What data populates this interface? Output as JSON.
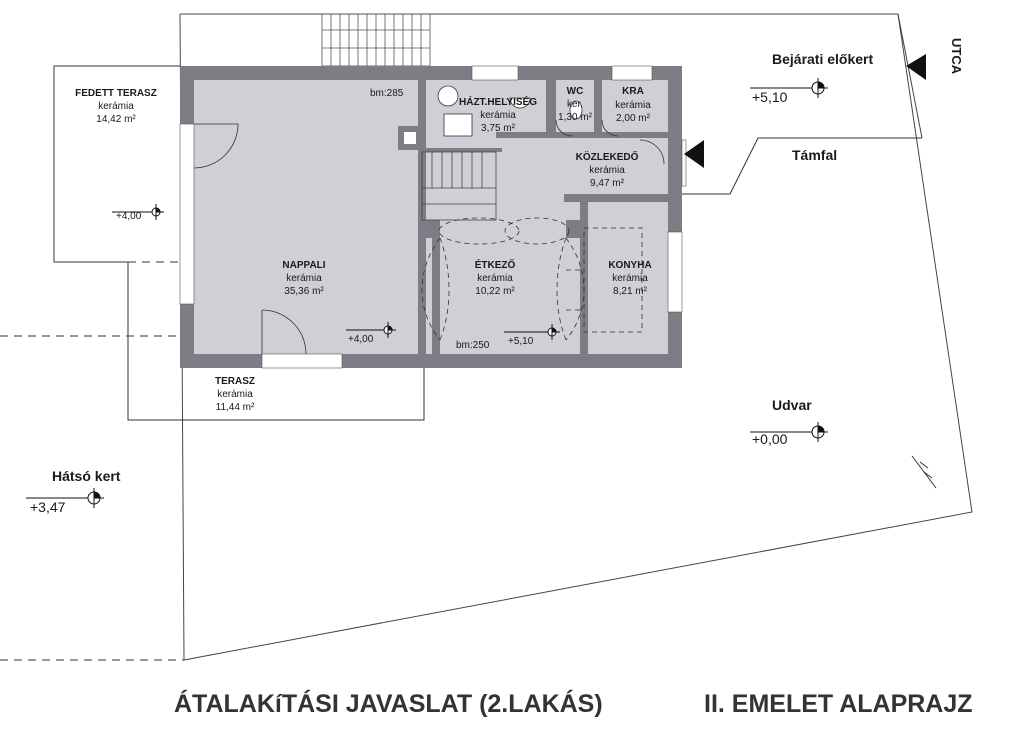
{
  "rooms": {
    "fedett_terasz": {
      "name": "FEDETT TERASZ",
      "material": "kerámia",
      "area": "14,42 m²"
    },
    "nappali": {
      "name": "NAPPALI",
      "material": "kerámia",
      "area": "35,36 m²"
    },
    "haztartasi": {
      "name": "HÁZT.HELYISÉG",
      "material": "kerámia",
      "area": "3,75 m²"
    },
    "wc": {
      "name": "WC",
      "material": "ker.",
      "area": "1,30 m²"
    },
    "kra": {
      "name": "KRA",
      "material": "kerámia",
      "area": "2,00 m²"
    },
    "kozlekedo": {
      "name": "KÖZLEKEDŐ",
      "material": "kerámia",
      "area": "9,47 m²"
    },
    "etkezo": {
      "name": "ÉTKEZŐ",
      "material": "kerámia",
      "area": "10,22 m²"
    },
    "konyha": {
      "name": "KONYHA",
      "material": "kerámia",
      "area": "8,21 m²"
    },
    "terasz": {
      "name": "TERASZ",
      "material": "kerámia",
      "area": "11,44 m²"
    }
  },
  "heights": {
    "nappali": "bm:285",
    "etkezo": "bm:250"
  },
  "levels": {
    "fedett_terasz": "+4,00",
    "nappali": "+4,00",
    "etkezo": "+5,10",
    "bejarati": "+5,10",
    "udvar": "+0,00",
    "hatso": "+3,47"
  },
  "outdoor": {
    "bejarati": "Bejárati előkert",
    "tamfal": "Támfal",
    "udvar": "Udvar",
    "hatso": "Hátsó kert",
    "street": "UTCA"
  },
  "title": {
    "left": "ÁTALAKíTÁSI JAVASLAT (2.LAKÁS)",
    "right": "II. EMELET ALAPRAJZ"
  }
}
